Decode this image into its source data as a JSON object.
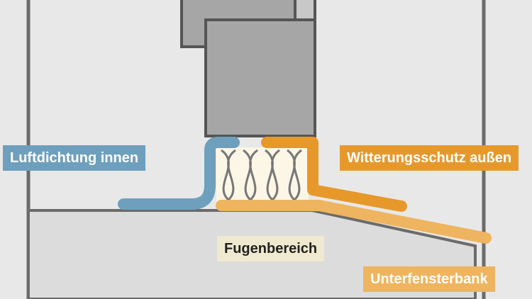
{
  "labels": {
    "inner_seal": "Luftdichtung innen",
    "weather_seal": "Witterungsschutz außen",
    "joint_area": "Fugenbereich",
    "sill": "Unterfensterbank"
  },
  "colors": {
    "inner_seal": "#6e9fbd",
    "weather_seal": "#e6992a",
    "sill": "#efb45f",
    "joint_area_bg": "#efe9cf",
    "wall": "#e8e8e8",
    "wall_outline": "#6b6b6b",
    "frame": "#a6a6a6",
    "frame_outline": "#555555",
    "insulation_bg": "#fbf6e6",
    "insulation_line": "#777777"
  }
}
